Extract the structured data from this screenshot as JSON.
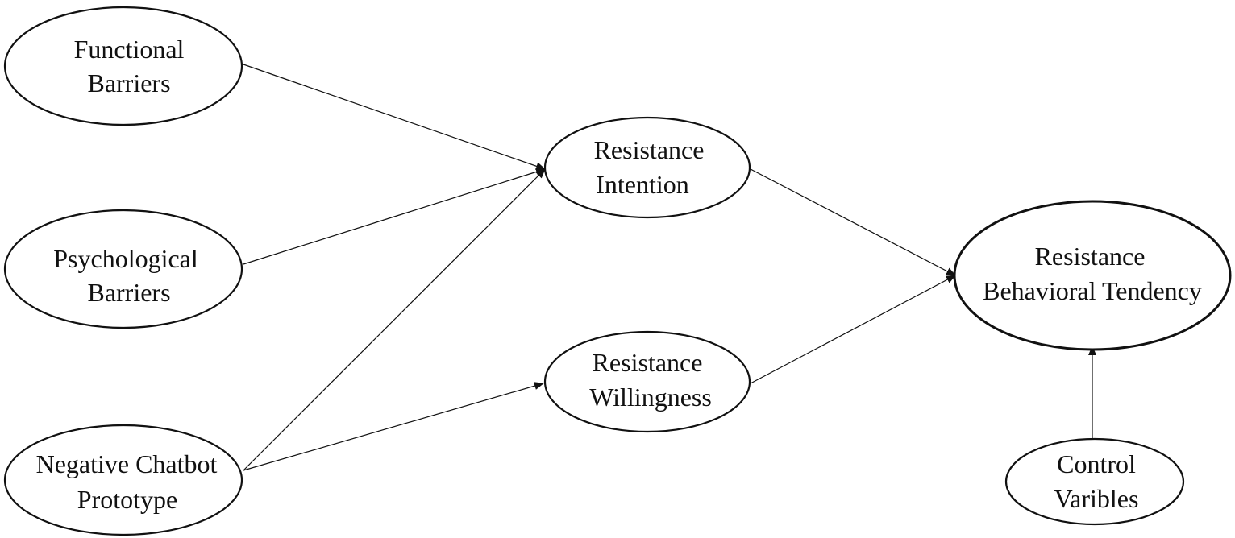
{
  "nodes": {
    "functional_barriers": {
      "line1": "Functional",
      "line2": "Barriers"
    },
    "psychological_barriers": {
      "line1": "Psychological",
      "line2": "Barriers"
    },
    "negative_chatbot_prototype": {
      "line1": "Negative Chatbot",
      "line2": "Prototype"
    },
    "resistance_intention": {
      "line1": "Resistance",
      "line2": "Intention"
    },
    "resistance_willingness": {
      "line1": "Resistance",
      "line2": "Willingness"
    },
    "resistance_behavioral_tendency": {
      "line1": "Resistance",
      "line2": "Behavioral Tendency"
    },
    "control_variables": {
      "line1": "Control",
      "line2": "Varibles"
    }
  },
  "edges": [
    {
      "from": "functional_barriers",
      "to": "resistance_intention"
    },
    {
      "from": "psychological_barriers",
      "to": "resistance_intention"
    },
    {
      "from": "negative_chatbot_prototype",
      "to": "resistance_intention"
    },
    {
      "from": "negative_chatbot_prototype",
      "to": "resistance_willingness"
    },
    {
      "from": "resistance_intention",
      "to": "resistance_behavioral_tendency"
    },
    {
      "from": "resistance_willingness",
      "to": "resistance_behavioral_tendency"
    },
    {
      "from": "control_variables",
      "to": "resistance_behavioral_tendency"
    }
  ],
  "colors": {
    "stroke": "#111111",
    "fill": "#ffffff",
    "text": "#111111"
  }
}
